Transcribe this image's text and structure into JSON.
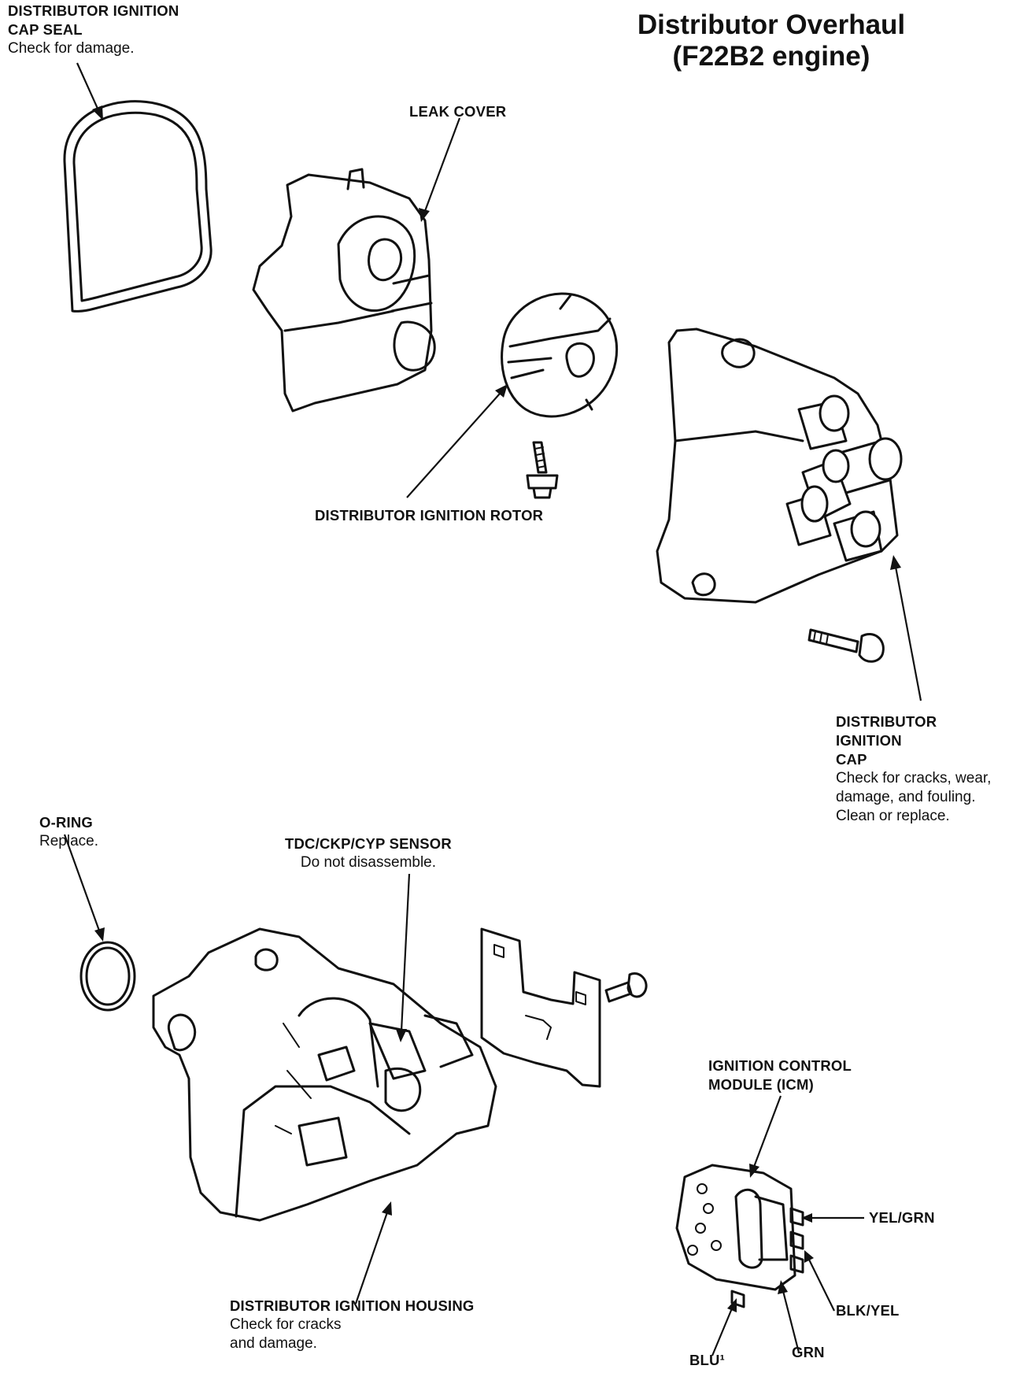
{
  "title": {
    "line1": "Distributor Overhaul",
    "line2": "(F22B2 engine)"
  },
  "labels": {
    "cap_seal": {
      "name_line1": "DISTRIBUTOR IGNITION",
      "name_line2": "CAP SEAL",
      "note": "Check for damage."
    },
    "leak_cover": {
      "name": "LEAK COVER"
    },
    "rotor": {
      "name": "DISTRIBUTOR IGNITION ROTOR"
    },
    "cap": {
      "name_line1": "DISTRIBUTOR",
      "name_line2": "IGNITION",
      "name_line3": "CAP",
      "note_line1": "Check for cracks, wear,",
      "note_line2": "damage, and fouling.",
      "note_line3": "Clean or replace."
    },
    "o_ring": {
      "name": "O-RING",
      "note": "Replace."
    },
    "sensor": {
      "name": "TDC/CKP/CYP SENSOR",
      "note": "Do not disassemble."
    },
    "housing": {
      "name": "DISTRIBUTOR IGNITION HOUSING",
      "note_line1": "Check for cracks",
      "note_line2": "and damage."
    },
    "icm": {
      "name_line1": "IGNITION CONTROL",
      "name_line2": "MODULE (ICM)"
    },
    "wires": {
      "yel_grn": "YEL/GRN",
      "blk_yel": "BLK/YEL",
      "grn": "GRN",
      "blu": "BLU¹"
    }
  },
  "icons": [
    "cap-seal-gasket-icon",
    "leak-cover-icon",
    "rotor-icon",
    "screw-icon",
    "cap-icon",
    "bolt-icon",
    "o-ring-icon",
    "housing-icon",
    "bracket-icon",
    "icm-icon"
  ]
}
